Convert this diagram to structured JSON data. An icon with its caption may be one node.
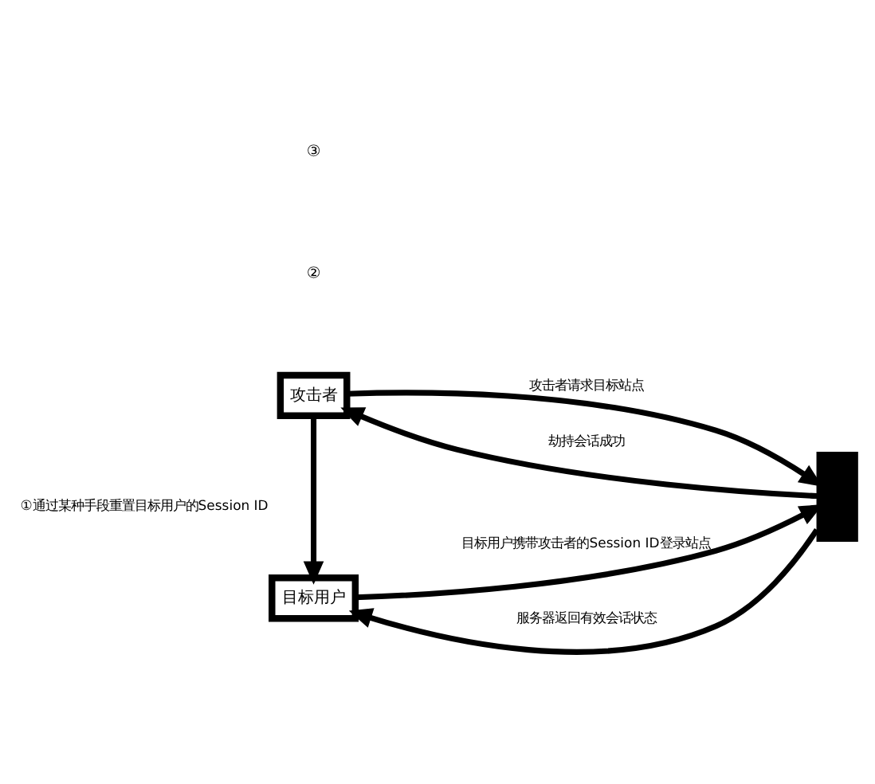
{
  "diagram": {
    "nodes": [
      {
        "text": [
          "目标用户"
        ]
      },
      {
        "text": [],
        "shape": "box"
      },
      {
        "text": [
          "攻击者"
        ]
      }
    ],
    "edges": [
      {
        "from": 2,
        "to": 0,
        "arrow": "to",
        "label": "①通过某种手段重置目标用户的Session ID"
      },
      {
        "from": 0,
        "to": 1,
        "arrow": "to",
        "label": "目标用户携带攻击者的Session ID登录站点"
      },
      {
        "from": 1,
        "to": 0,
        "arrow": "to",
        "label": "服务器返回有效会话状态"
      },
      {
        "from": 1,
        "to": 2,
        "arrow": "to",
        "label": "劫持会话成功"
      },
      {
        "from": 2,
        "to": 1,
        "arrow": "to",
        "label": "攻击者请求目标站点"
      }
    ],
    "labels": [
      "②",
      "③"
    ]
  }
}
